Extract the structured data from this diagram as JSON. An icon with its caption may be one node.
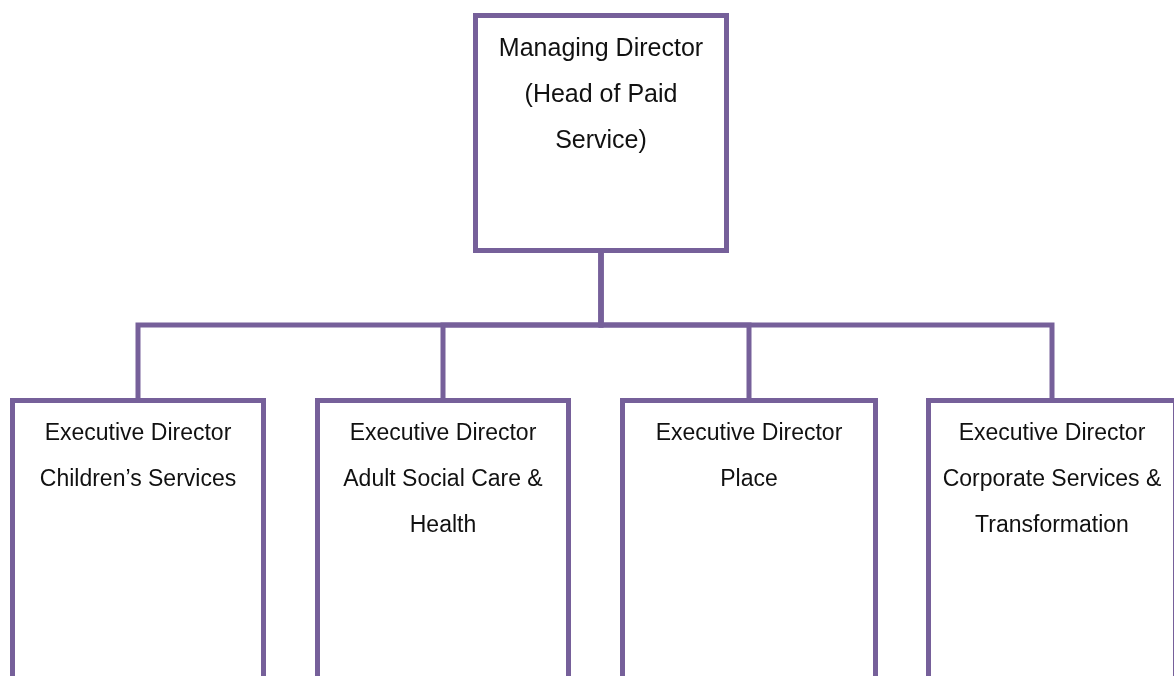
{
  "diagram": {
    "nodes": [
      {
        "text": [
          "Managing Director (Head of Paid Service)"
        ]
      },
      {
        "text": [
          "Executive Director Children’s Services"
        ]
      },
      {
        "text": [
          "Executive Director Adult Social Care & Health"
        ]
      },
      {
        "text": [
          "Executive Director Place"
        ]
      },
      {
        "text": [
          "Executive Director Corporate Services & Transformation"
        ]
      }
    ],
    "edges": [
      {
        "from": 0,
        "to": 1,
        "arrow": "none"
      },
      {
        "from": 0,
        "to": 2,
        "arrow": "none"
      },
      {
        "from": 0,
        "to": 3,
        "arrow": "none"
      },
      {
        "from": 0,
        "to": 4,
        "arrow": "none"
      }
    ]
  }
}
